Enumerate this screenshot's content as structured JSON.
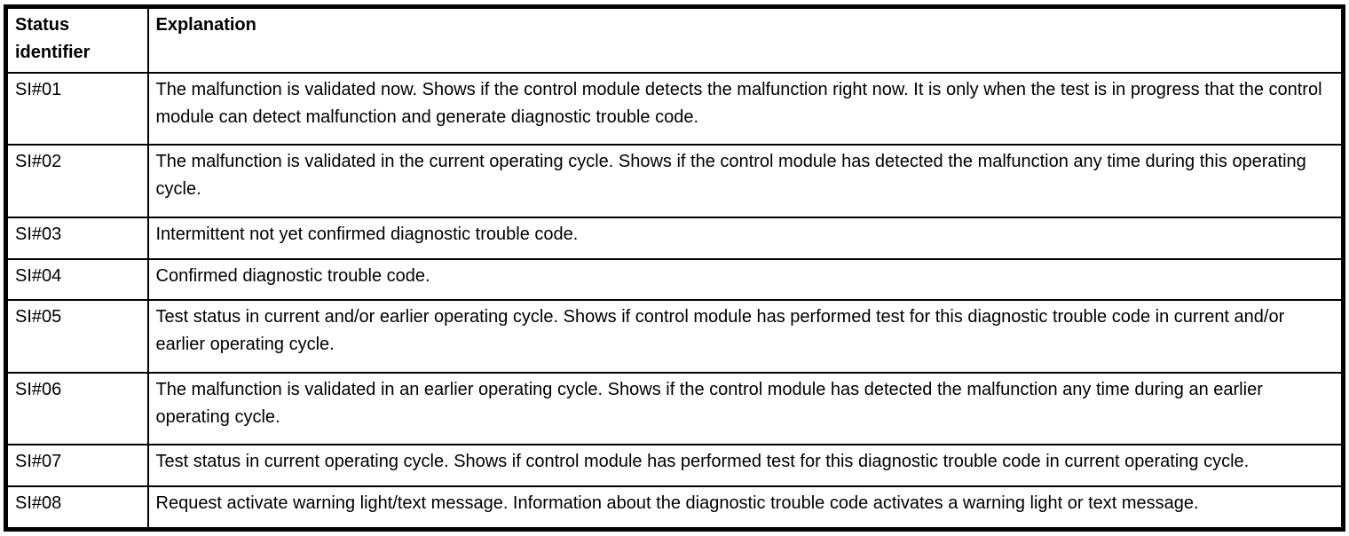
{
  "colors": {
    "border": "#000000",
    "text": "#000000",
    "background": "#ffffff"
  },
  "table": {
    "headers": {
      "status": "Status identifier",
      "explanation": "Explanation"
    },
    "rows": [
      {
        "id": "SI#01",
        "explanation": "The malfunction is validated now. Shows if the control module detects the malfunction right now. It is only when the test is in progress that the control module can detect malfunction and generate diagnostic trouble code."
      },
      {
        "id": "SI#02",
        "explanation": "The malfunction is validated in the current operating cycle. Shows if the control module has detected the malfunction any time during this operating cycle."
      },
      {
        "id": "SI#03",
        "explanation": "Intermittent not yet confirmed diagnostic trouble code."
      },
      {
        "id": "SI#04",
        "explanation": "Confirmed diagnostic trouble code."
      },
      {
        "id": "SI#05",
        "explanation": "Test status in current and/or earlier operating cycle. Shows if control module has performed test for this diagnostic trouble code in current and/or earlier operating cycle."
      },
      {
        "id": "SI#06",
        "explanation": "The malfunction is validated in an earlier operating cycle. Shows if the control module has detected the malfunction any time during an earlier operating cycle."
      },
      {
        "id": "SI#07",
        "explanation": "Test status in current operating cycle. Shows if control module has performed test for this diagnostic trouble code in current operating cycle."
      },
      {
        "id": "SI#08",
        "explanation": "Request activate warning light/text message. Information about the diagnostic trouble code activates a warning light or text message."
      }
    ]
  }
}
